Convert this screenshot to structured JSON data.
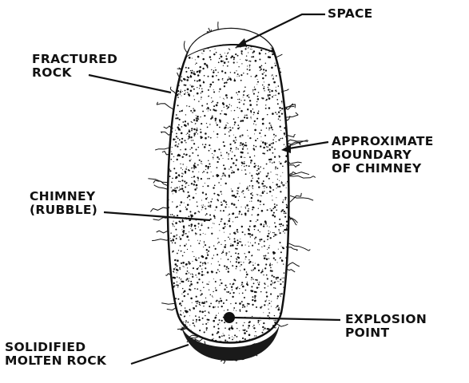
{
  "diagram": {
    "labels": {
      "space": [
        "SPACE"
      ],
      "fractured_rock": [
        "FRACTURED",
        "ROCK"
      ],
      "boundary": [
        "APPROXIMATE",
        "BOUNDARY",
        "OF CHIMNEY"
      ],
      "chimney": [
        "CHIMNEY",
        "(RUBBLE)"
      ],
      "explosion": [
        "EXPLOSION",
        "POINT"
      ],
      "molten": [
        "SOLIDIFIED",
        "MOLTEN ROCK"
      ]
    },
    "colors": {
      "ink": "#111111",
      "rubble": "#ffffff",
      "molten": "#1a1a1a"
    }
  }
}
